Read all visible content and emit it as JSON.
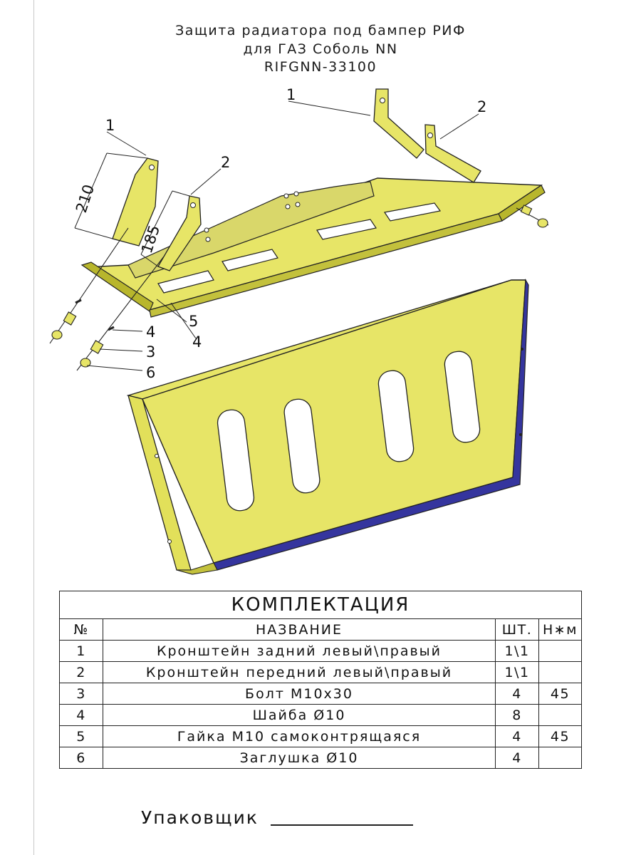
{
  "header": {
    "line1": "Защита радиатора под бампер РИФ",
    "line2": "для ГАЗ Соболь NN",
    "line3": "RIFGNN-33100"
  },
  "drawing": {
    "callouts": [
      "1",
      "2",
      "1",
      "2",
      "4",
      "3",
      "6",
      "4",
      "5"
    ],
    "dimensions": [
      "210",
      "185"
    ],
    "colors": {
      "plate": "#e7e567",
      "plate_edge": "#b8b62c",
      "underside": "#35359e",
      "outline": "#222222"
    }
  },
  "table": {
    "caption": "КОМПЛЕКТАЦИЯ",
    "headers": [
      "№",
      "НАЗВАНИЕ",
      "ШТ.",
      "Н∗м"
    ],
    "rows": [
      {
        "num": "1",
        "name": "Кронштейн задний  левый\\правый",
        "qty": "1\\1",
        "torque": ""
      },
      {
        "num": "2",
        "name": "Кронштейн передний  левый\\правый",
        "qty": "1\\1",
        "torque": ""
      },
      {
        "num": "3",
        "name": "Болт М10х30",
        "qty": "4",
        "torque": "45"
      },
      {
        "num": "4",
        "name": "Шайба Ø10",
        "qty": "8",
        "torque": ""
      },
      {
        "num": "5",
        "name": "Гайка М10 самоконтрящаяся",
        "qty": "4",
        "torque": "45"
      },
      {
        "num": "6",
        "name": "Заглушка Ø10",
        "qty": "4",
        "torque": ""
      }
    ]
  },
  "footer": {
    "packer_label": "Упаковщик"
  }
}
